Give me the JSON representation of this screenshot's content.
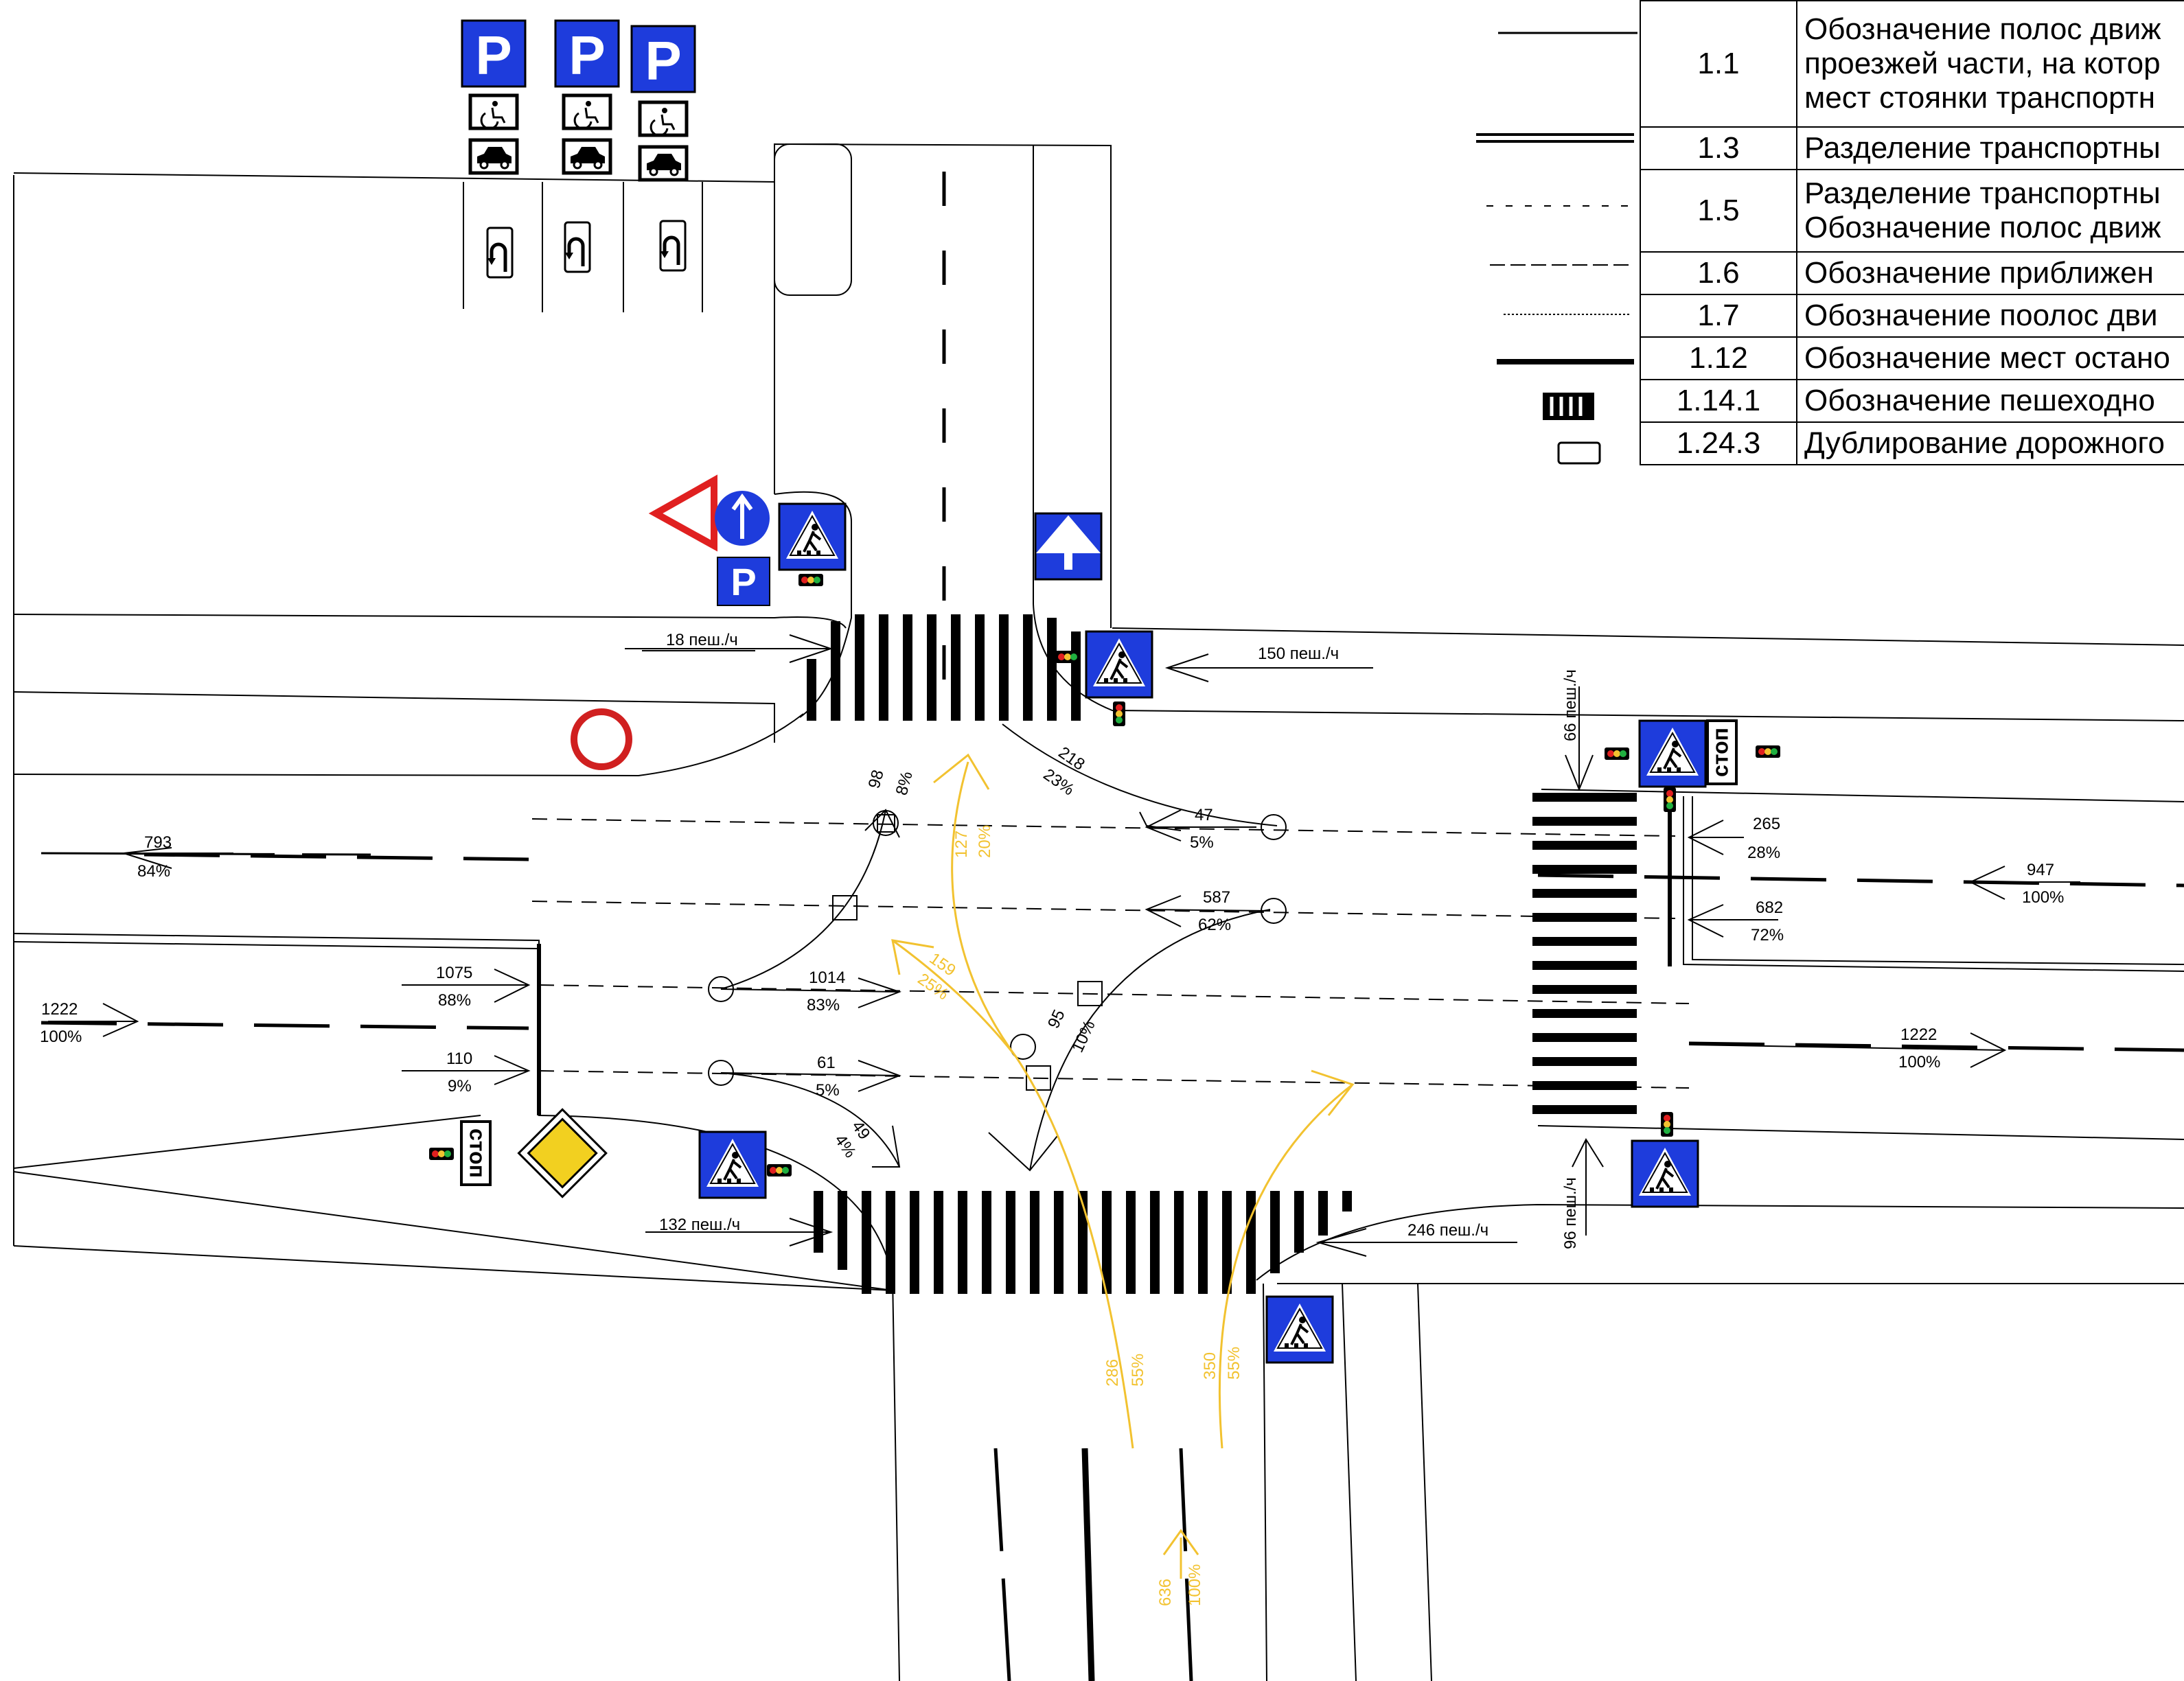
{
  "legend": {
    "rows": [
      {
        "code": "1.1",
        "lines": [
          "Обозначение полос движ",
          "проезжей части, на котор",
          "мест стоянки транспортн"
        ]
      },
      {
        "code": "1.3",
        "lines": [
          "Разделение транспортны"
        ]
      },
      {
        "code": "1.5",
        "lines": [
          "Разделение транспортны",
          "Обозначение полос движ"
        ]
      },
      {
        "code": "1.6",
        "lines": [
          "Обозначение приближен"
        ]
      },
      {
        "code": "1.7",
        "lines": [
          "Обозначение поолос дви"
        ]
      },
      {
        "code": "1.12",
        "lines": [
          "Обозначение мест остано"
        ]
      },
      {
        "code": "1.14.1",
        "lines": [
          "Обозначение пешеходно"
        ]
      },
      {
        "code": "1.24.3",
        "lines": [
          "Дублирование дорожного"
        ]
      }
    ]
  },
  "signs": {
    "parking_letter": "P",
    "stop_text": "стоп"
  },
  "pedestrians": {
    "nw": "18 пеш./ч",
    "ne": "150 пеш./ч",
    "e_top": "66 пеш./ч",
    "sw": "132 пеш./ч",
    "se": "246 пеш./ч",
    "e_bottom": "96 пеш./ч"
  },
  "flows": {
    "west_out": {
      "value": "793",
      "pct": "84%"
    },
    "west_in": {
      "value": "1222",
      "pct": "100%"
    },
    "west_lane1": {
      "value": "1075",
      "pct": "88%"
    },
    "west_lane2": {
      "value": "110",
      "pct": "9%"
    },
    "through1": {
      "value": "1014",
      "pct": "83%"
    },
    "through2": {
      "value": "61",
      "pct": "5%"
    },
    "right_south": {
      "value": "49",
      "pct": "4%"
    },
    "left_north1": {
      "value": "98",
      "pct": "8%"
    },
    "east_left_north": {
      "value": "218",
      "pct": "23%"
    },
    "east_through1": {
      "value": "47",
      "pct": "5%"
    },
    "east_through2": {
      "value": "587",
      "pct": "62%"
    },
    "east_left_south": {
      "value": "95",
      "pct": "10%"
    },
    "east_lane1": {
      "value": "265",
      "pct": "28%"
    },
    "east_lane2": {
      "value": "682",
      "pct": "72%"
    },
    "east_in": {
      "value": "947",
      "pct": "100%"
    },
    "east_out": {
      "value": "1222",
      "pct": "100%"
    },
    "south_north": {
      "value": "127",
      "pct": "20%"
    },
    "south_west": {
      "value": "159",
      "pct": "25%"
    },
    "south_in": {
      "value": "636",
      "pct": "100%"
    },
    "south_left": {
      "value": "286",
      "pct": "55%"
    },
    "south_right": {
      "value": "350",
      "pct": "55%"
    }
  },
  "colors": {
    "sign_blue": "#1e3cdc",
    "flow_yellow": "#f2c230",
    "warning_red": "#e02020"
  }
}
